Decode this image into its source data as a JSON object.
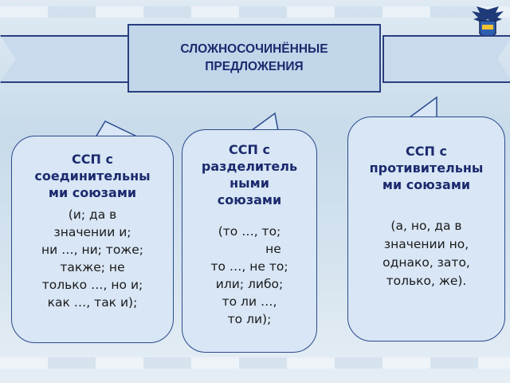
{
  "title": {
    "line1": "СЛОЖНОСОЧИНЁННЫЕ",
    "line2": "ПРЕДЛОЖЕНИЯ"
  },
  "card_connecting": {
    "heading": [
      "ССП с",
      "соединительны",
      "ми союзами"
    ],
    "lines": [
      "(и; да в",
      "значении и;",
      "ни …, ни; тоже;",
      "также; не",
      "только …, но и;",
      "как …, так и);"
    ]
  },
  "card_dividing": {
    "heading": [
      "ССП с",
      "разделитель",
      "ными",
      "союзами"
    ],
    "lines": [
      "(то …, то;",
      "не",
      "то …, не то;",
      "или; либо;",
      "то ли …,",
      "то ли);"
    ]
  },
  "card_adversative": {
    "heading": [
      "ССП с",
      "противительны",
      "ми союзами"
    ],
    "lines": [
      "(а, но, да в",
      "значении но,",
      "однако, зато,",
      "только, же)."
    ]
  },
  "colors": {
    "title_text": "#1c2a6e",
    "bubble_fill": "#d8e6f5",
    "border": "#2b4a8e"
  },
  "icons": {
    "logo": "emblem-eagle-icon"
  }
}
